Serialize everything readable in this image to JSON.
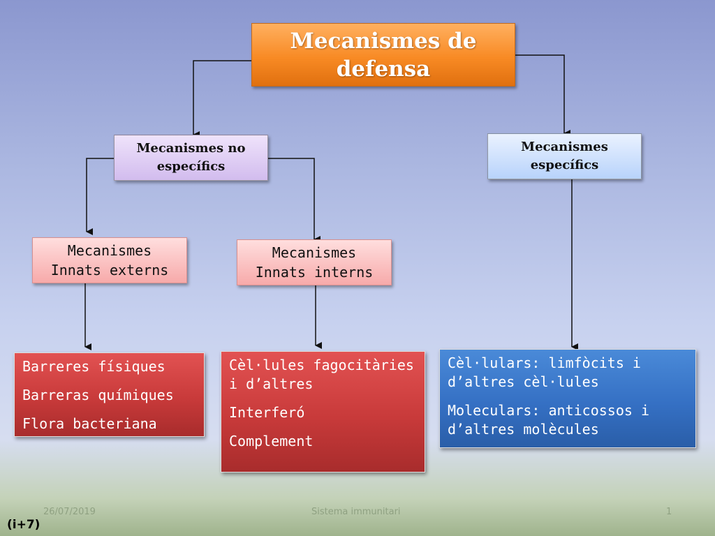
{
  "root": {
    "line1": "Mecanismes de",
    "line2": "defensa"
  },
  "non_specific": {
    "line1": "Mecanismes no",
    "line2": "específics"
  },
  "specific": {
    "line1": "Mecanismes",
    "line2": "específics"
  },
  "innate_external": {
    "line1": "Mecanismes",
    "line2": "Innats externs"
  },
  "innate_internal": {
    "line1": "Mecanismes",
    "line2": "Innats interns"
  },
  "list_external": [
    "Barreres físiques",
    "Barreras químiques",
    "Flora bacteriana"
  ],
  "list_internal": [
    "Cèl·lules fagocitàries i d’altres",
    "Interferó",
    "Complement"
  ],
  "list_specific": [
    "Cèl·lulars: limfòcits i d’altres cèl·lules",
    "Moleculars: anticossos i d’altres molècules"
  ],
  "footer": {
    "date": "26/07/2019",
    "title": "Sistema immunitari",
    "page": "1"
  },
  "corner_tag": "(i+7)",
  "colors": {
    "root": "#f88a24",
    "innate": "#f7aaaa",
    "list_red": "#c83a3a",
    "list_blue": "#3570c4"
  }
}
